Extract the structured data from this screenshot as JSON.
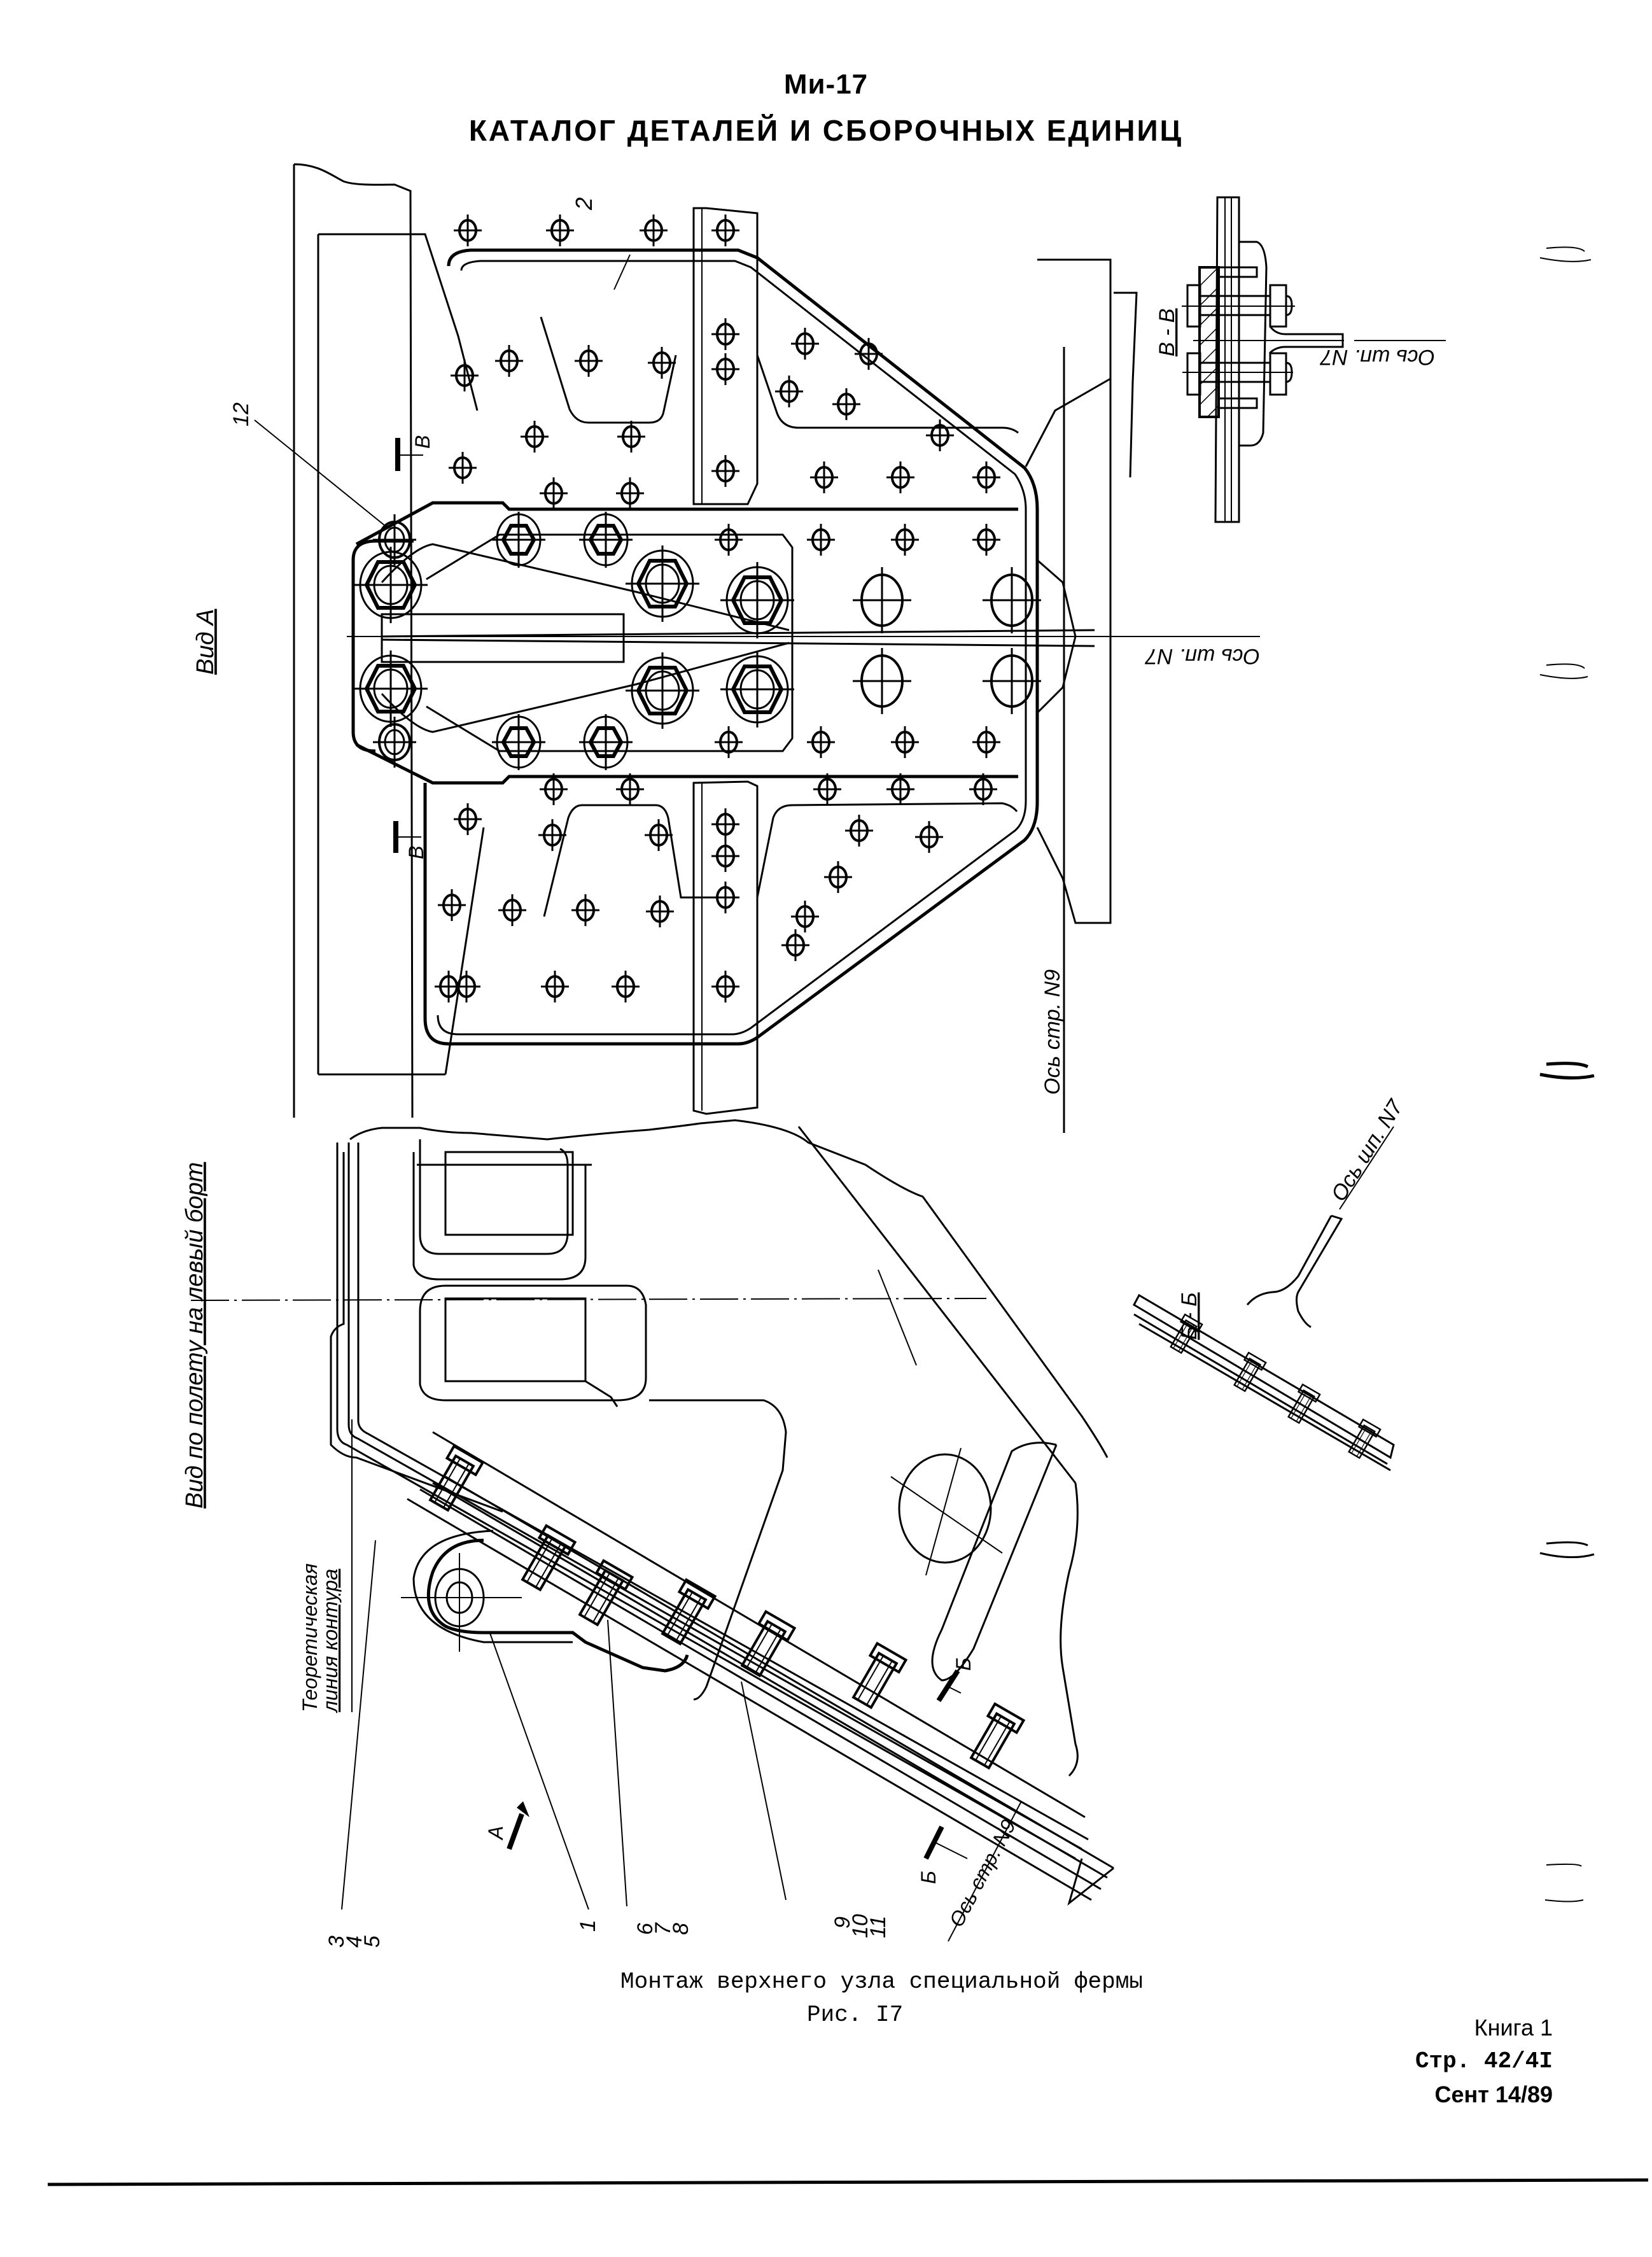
{
  "header": {
    "model": "Ми-17",
    "catalog_title": "КАТАЛОГ ДЕТАЛЕЙ И СБОРОЧНЫХ ЕДИНИЦ"
  },
  "figure": {
    "caption": "Монтаж верхнего узла специальной фермы",
    "number": "Рис. I7"
  },
  "page_info": {
    "book": "Книга 1",
    "page": "Стр. 42/4I",
    "date": "Сент 14/89"
  },
  "views": {
    "view_a": {
      "label": "Вид А",
      "part_labels": [
        "2",
        "12"
      ],
      "section_markers": [
        "В",
        "В"
      ],
      "axis_labels": [
        "Ось шп. N7",
        "Ось стр. N9"
      ]
    },
    "section_vv": {
      "label": "В - В",
      "axis_label": "Ось шп. N7"
    },
    "side_view": {
      "label": "Вид по полету на левый борт",
      "contour_label_line1": "Теоретическая",
      "contour_label_line2": "линия контура",
      "view_arrow": "А",
      "section_markers": [
        "Б",
        "Б"
      ],
      "axis_label": "Ось стр. N9",
      "callouts": [
        {
          "items": [
            "3",
            "4",
            "5"
          ]
        },
        {
          "items": [
            "1"
          ]
        },
        {
          "items": [
            "6",
            "7",
            "8"
          ]
        },
        {
          "items": [
            "9",
            "10",
            "11"
          ]
        }
      ]
    },
    "section_bb": {
      "label": "Б - Б",
      "axis_label": "Ось шп. N7"
    }
  }
}
